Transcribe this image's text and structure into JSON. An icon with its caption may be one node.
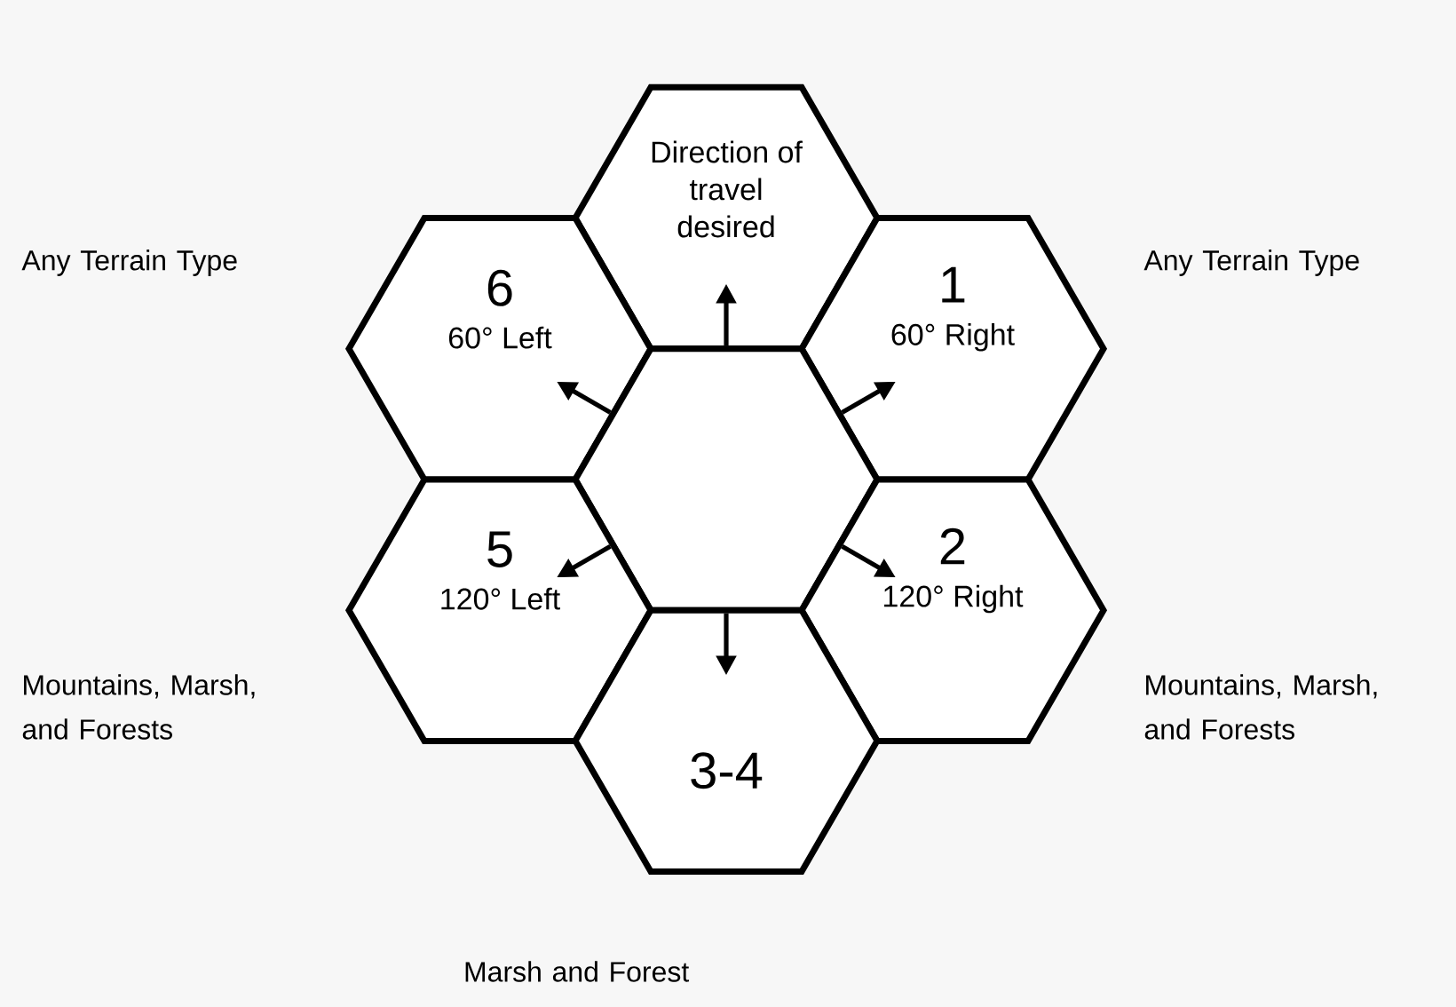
{
  "diagram": {
    "nodes": [
      {
        "text": [
          "Direction of travel desired"
        ]
      },
      {
        "text": [
          "6",
          "60° Left"
        ]
      },
      {
        "text": [
          "1",
          "60° Right"
        ]
      },
      {
        "text": [],
        "shape": "hexagon"
      },
      {
        "text": [
          "5",
          "120° Left"
        ]
      },
      {
        "text": [
          "2",
          "120° Right"
        ]
      },
      {
        "text": [
          "3-4"
        ]
      }
    ],
    "edges": [
      {
        "from": 3,
        "to": 0,
        "arrow": "to"
      },
      {
        "from": 3,
        "to": 2,
        "arrow": "to"
      },
      {
        "from": 3,
        "to": 5,
        "arrow": "to"
      },
      {
        "from": 3,
        "to": 6,
        "arrow": "to"
      },
      {
        "from": 3,
        "to": 4,
        "arrow": "to"
      },
      {
        "from": 3,
        "to": 1,
        "arrow": "to"
      }
    ],
    "labels": [
      "Any Terrain Type",
      "Any Terrain Type",
      "Mountains, Marsh, and Forests",
      "Mountains, Marsh, and Forests",
      "Marsh and Forest"
    ]
  }
}
